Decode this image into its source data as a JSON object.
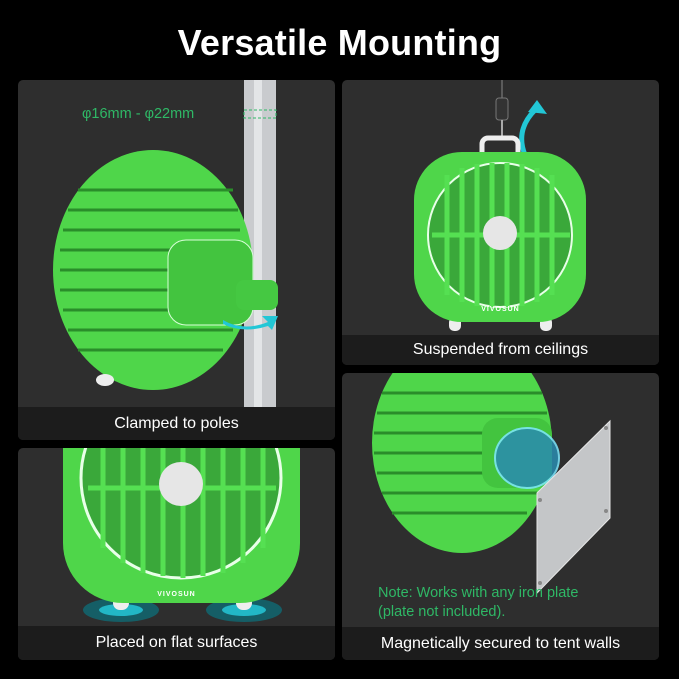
{
  "title": "Versatile Mounting",
  "panels": [
    {
      "id": "poles",
      "caption": "Clamped to poles",
      "annotation": "φ16mm - φ22mm"
    },
    {
      "id": "ceilings",
      "caption": "Suspended from ceilings",
      "brand": "VIVOSUN"
    },
    {
      "id": "flat",
      "caption": "Placed on flat surfaces",
      "brand": "VIVOSUN"
    },
    {
      "id": "walls",
      "caption": "Magnetically secured to tent walls",
      "note_line1": "Note: Works with any iron plate",
      "note_line2": "(plate not included)."
    }
  ],
  "colors": {
    "fan_green": "#4fd64a",
    "accent_text": "#2fb866",
    "arrow": "#22c7d6",
    "panel_bg": "#2e2e2e",
    "caption_bg": "#1c1c1c"
  }
}
